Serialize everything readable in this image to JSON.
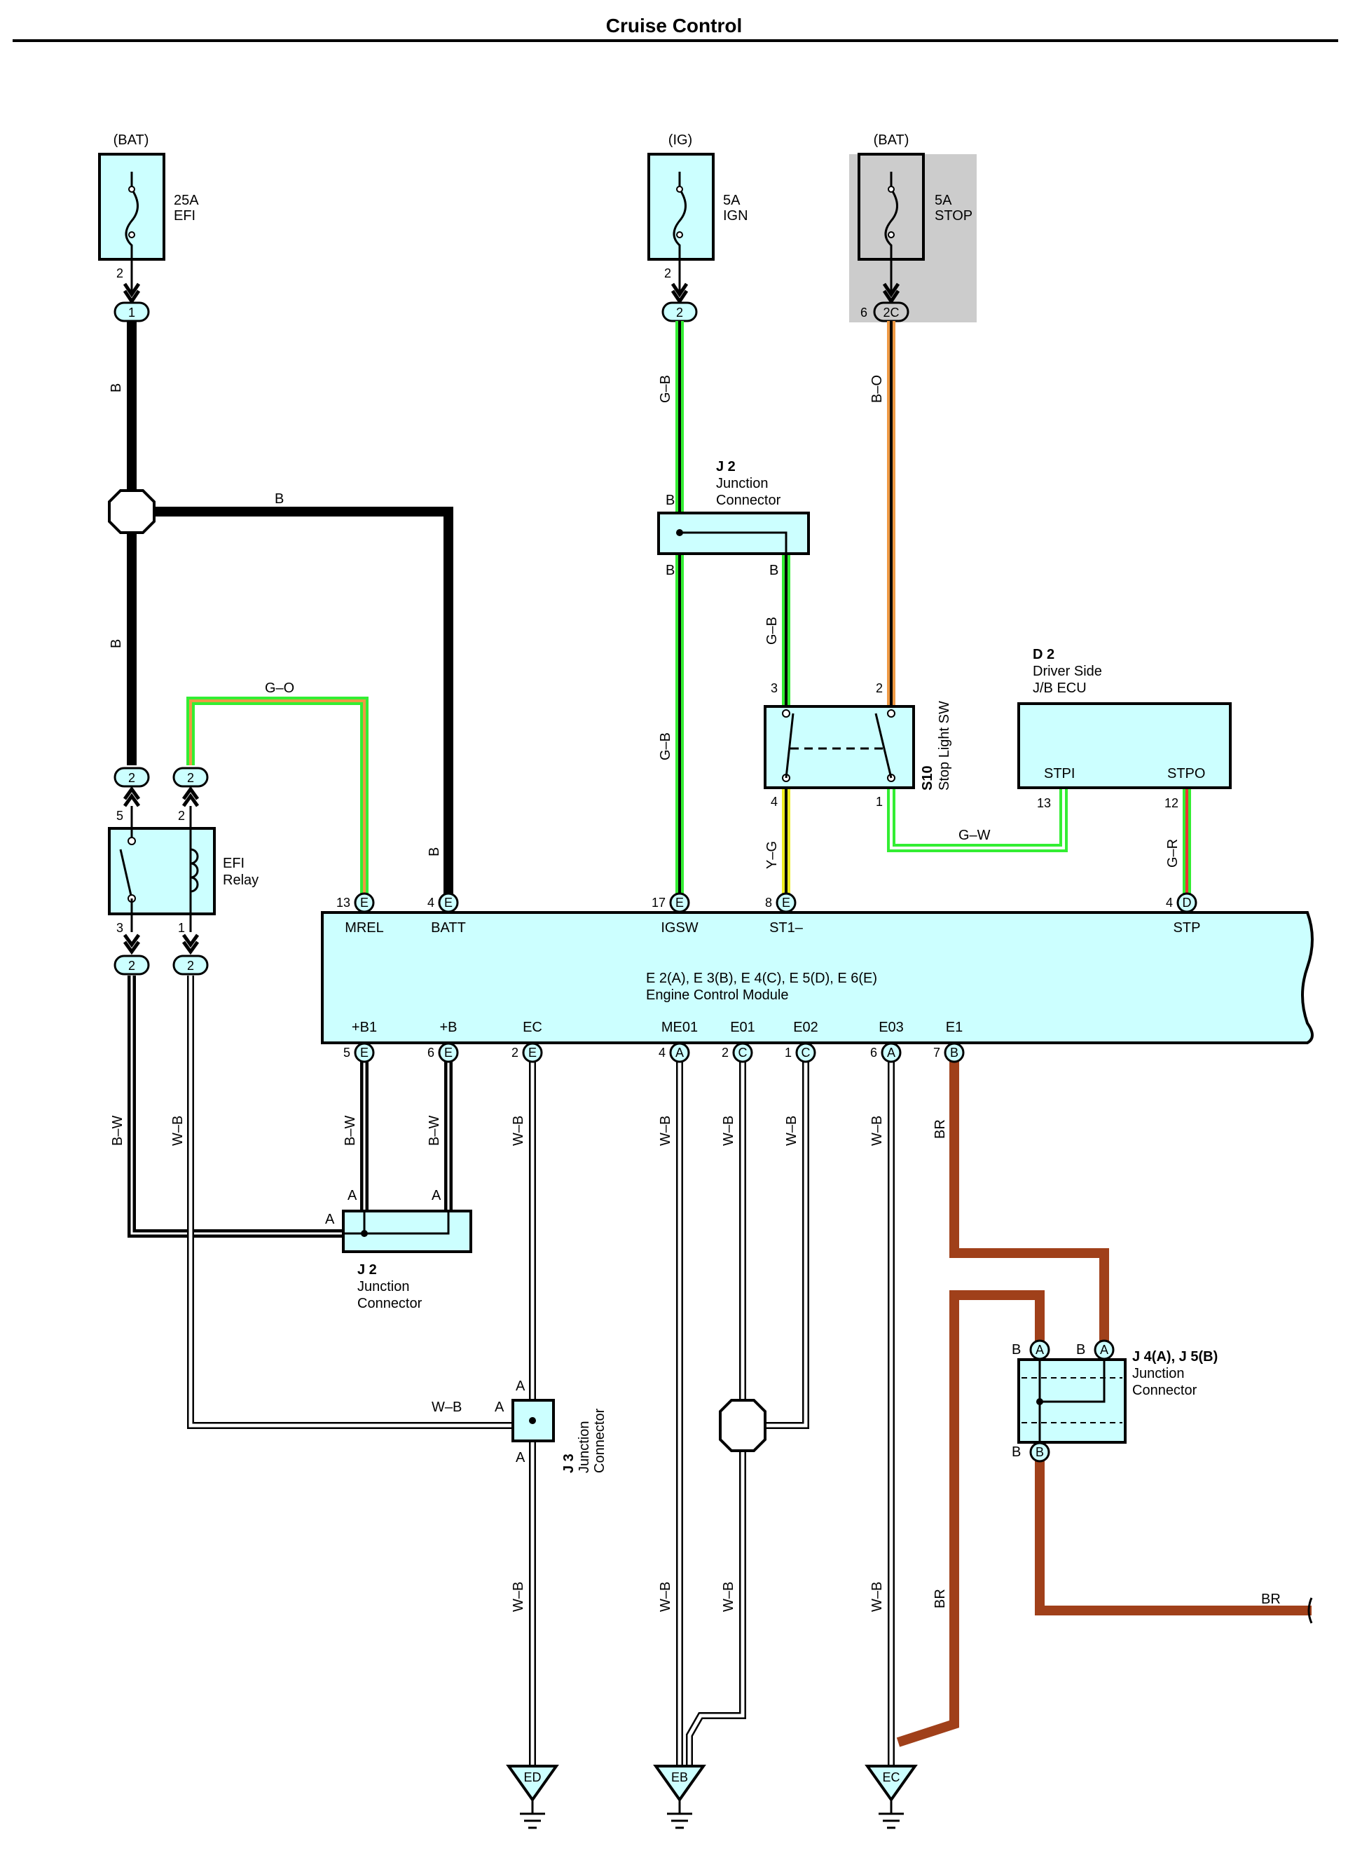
{
  "title": "Cruise Control",
  "fuses": [
    {
      "source": "(BAT)",
      "rating": "25A",
      "name": "EFI"
    },
    {
      "source": "(IG)",
      "rating": "5A",
      "name": "IGN"
    },
    {
      "source": "(BAT)",
      "rating": "5A",
      "name": "STOP"
    }
  ],
  "connector_labels": {
    "efi_out_pin": "2",
    "efi_conn": "1",
    "ign_out_pin": "2",
    "ign_conn": "2",
    "stop_pin": "6",
    "stop_conn": "2C",
    "relay_conn_left": "2",
    "relay_conn_right": "2",
    "relay_pin5": "5",
    "relay_pin2": "2",
    "relay_pin3": "3",
    "relay_pin1": "1",
    "relay_bot_left": "2",
    "relay_bot_right": "2"
  },
  "wires": {
    "b1": "B",
    "b2": "B",
    "b3": "B",
    "b4": "B",
    "go": "G–O",
    "gb1": "G–B",
    "gb2": "G–B",
    "gb3": "G–B",
    "bo": "B–O",
    "yg": "Y–G",
    "gw": "G–W",
    "gr": "G–R",
    "bw1": "B–W",
    "wb1": "W–B",
    "bw2": "B–W",
    "bw3": "B–W",
    "wb_ec": "W–B",
    "wb_me01": "W–B",
    "wb_e01": "W–B",
    "wb_e02": "W–B",
    "wb_e03": "W–B",
    "br1": "BR",
    "wb_j3": "W–B",
    "wb_ec2": "W–B",
    "wb_me01_2": "W–B",
    "wb_e01_2": "W–B",
    "wb_e03_2": "W–B",
    "br2": "BR",
    "br3": "BR"
  },
  "j2_top": {
    "id": "J 2",
    "name1": "Junction",
    "name2": "Connector",
    "pin_top": "B",
    "pin_bl": "B",
    "pin_br": "B"
  },
  "stop_sw": {
    "id": "S10",
    "name": "Stop Light SW",
    "pin3": "3",
    "pin2": "2",
    "pin4": "4",
    "pin1": "1"
  },
  "d2": {
    "id": "D 2",
    "name1": "Driver Side",
    "name2": "J/B ECU",
    "stpi": "STPI",
    "stpo": "STPO",
    "pin13": "13",
    "pin12": "12"
  },
  "relay": {
    "name1": "EFI",
    "name2": "Relay"
  },
  "ecm": {
    "id": "E 2(A), E 3(B), E 4(C), E 5(D), E 6(E)",
    "name": "Engine Control Module",
    "top_pins": [
      {
        "num": "13",
        "conn": "E",
        "label": "MREL"
      },
      {
        "num": "4",
        "conn": "E",
        "label": "BATT"
      },
      {
        "num": "17",
        "conn": "E",
        "label": "IGSW"
      },
      {
        "num": "8",
        "conn": "E",
        "label": "ST1–"
      },
      {
        "num": "4",
        "conn": "D",
        "label": "STP"
      }
    ],
    "bottom_pins": [
      {
        "num": "5",
        "conn": "E",
        "label": "+B1"
      },
      {
        "num": "6",
        "conn": "E",
        "label": "+B"
      },
      {
        "num": "2",
        "conn": "E",
        "label": "EC"
      },
      {
        "num": "4",
        "conn": "A",
        "label": "ME01"
      },
      {
        "num": "2",
        "conn": "C",
        "label": "E01"
      },
      {
        "num": "1",
        "conn": "C",
        "label": "E02"
      },
      {
        "num": "6",
        "conn": "A",
        "label": "E03"
      },
      {
        "num": "7",
        "conn": "B",
        "label": "E1"
      }
    ]
  },
  "j2_bottom": {
    "id": "J 2",
    "name1": "Junction",
    "name2": "Connector",
    "pin_a1": "A",
    "pin_a2": "A",
    "pin_a3": "A"
  },
  "j3": {
    "id": "J 3",
    "name1": "Junction",
    "name2": "Connector",
    "pin_top": "A",
    "pin_left": "A",
    "pin_bottom": "A"
  },
  "j4": {
    "id": "J 4(A), J 5(B)",
    "name1": "Junction",
    "name2": "Connector",
    "b1": "B",
    "a1": "A",
    "b2": "B",
    "a2": "A",
    "b3": "B",
    "b4": "B"
  },
  "grounds": [
    "ED",
    "EB",
    "EC"
  ],
  "colors": {
    "fuse_fill": "#ccffff",
    "stop_bg": "#cccccc",
    "green": "#33ee33",
    "orange": "#ee9944",
    "yellow": "#eeee22",
    "red": "#ee3333",
    "brown": "#a0401a",
    "black": "#000000"
  }
}
